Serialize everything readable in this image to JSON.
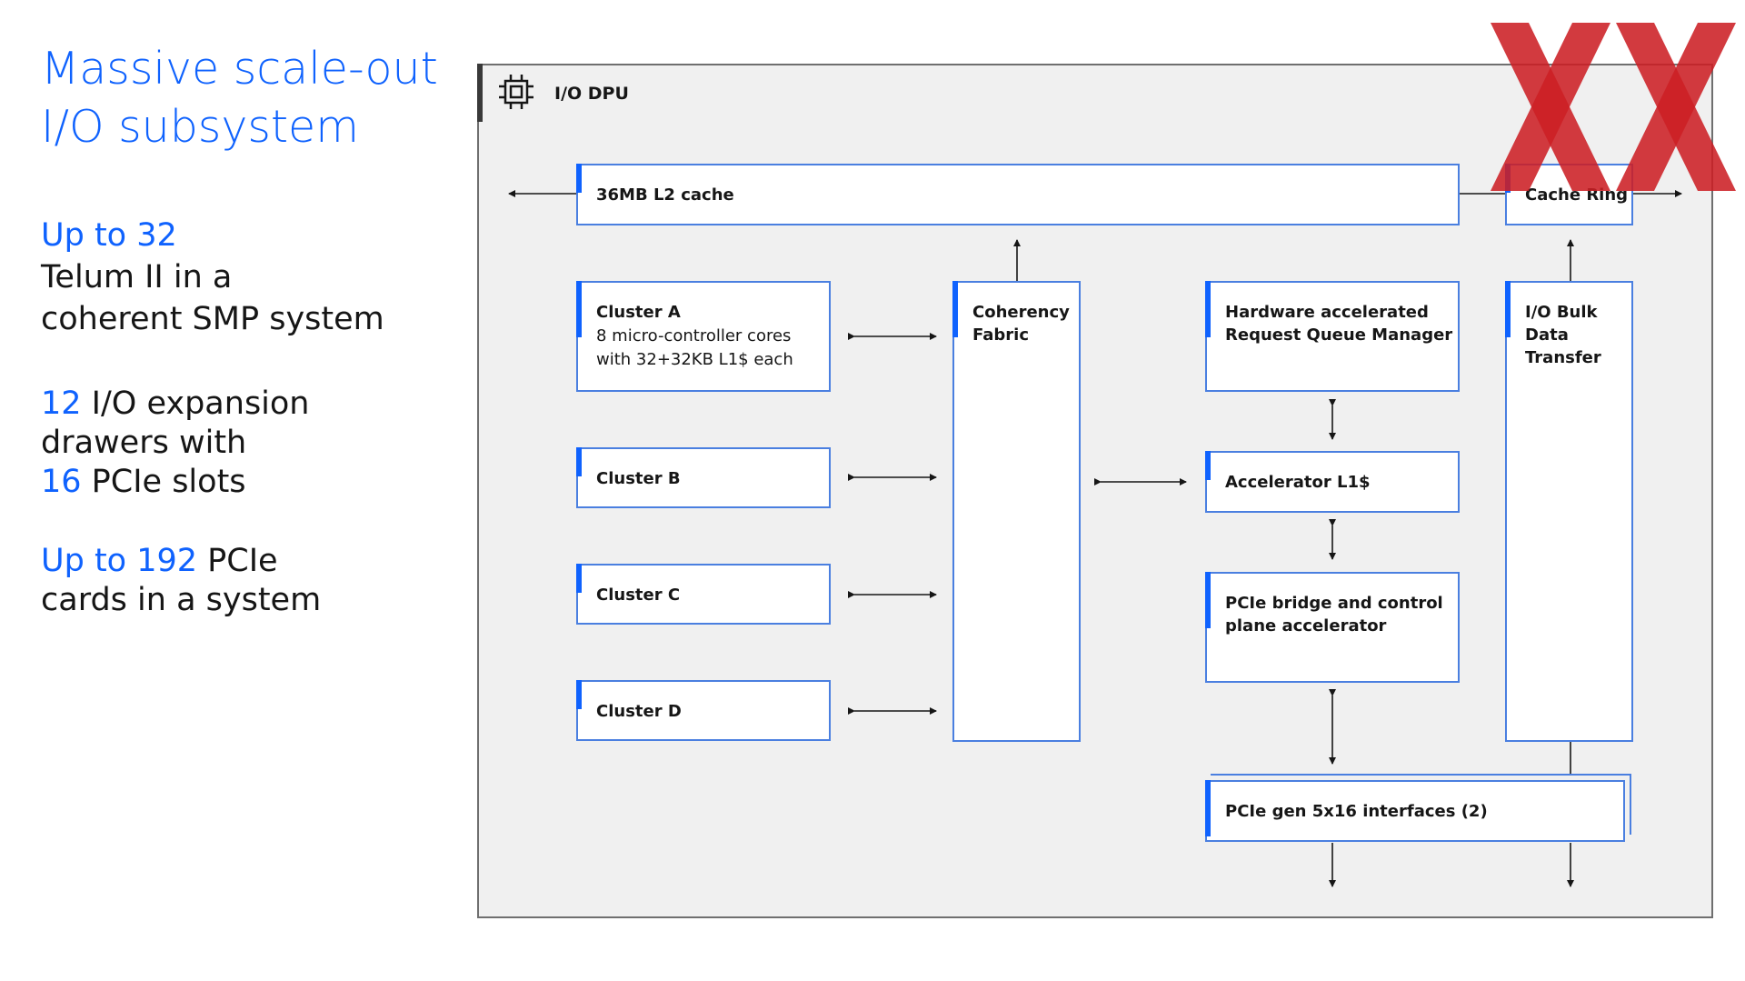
{
  "title": {
    "line1": "Massive scale-out",
    "line2": "I/O subsystem"
  },
  "stats": [
    {
      "highlight": "Up to 32",
      "line1_rest": "",
      "line2": "Telum II in a",
      "line3": "coherent SMP system"
    },
    {
      "highlight": "12",
      "line1_rest": " I/O expansion",
      "line2": "drawers with",
      "highlight2": "16",
      "line3_rest": " PCIe slots"
    },
    {
      "highlight": "Up to 192",
      "line1_rest": " PCIe",
      "line2": "cards in a system"
    }
  ],
  "diagram": {
    "label": "I/O DPU",
    "boxes": {
      "l2": "36MB L2 cache",
      "cache_ring": "Cache Ring",
      "cluster_a": "Cluster A",
      "cluster_a_sub1": "8 micro-controller cores",
      "cluster_a_sub2": "with 32+32KB L1$ each",
      "cluster_b": "Cluster B",
      "cluster_c": "Cluster C",
      "cluster_d": "Cluster D",
      "coherency1": "Coherency",
      "coherency2": "Fabric",
      "hw1": "Hardware accelerated",
      "hw2": "Request Queue Manager",
      "acc_l1": "Accelerator L1$",
      "pcie_bridge1": "PCIe bridge and control",
      "pcie_bridge2": "plane accelerator",
      "io_bulk1": "I/O Bulk",
      "io_bulk2": "Data",
      "io_bulk3": "Transfer",
      "pcie_gen5": "PCIe gen 5x16 interfaces (2)"
    }
  },
  "colors": {
    "accent": "#0f62fe",
    "watermark": "#cc1f24"
  },
  "icons": {
    "chip": "chip-icon",
    "watermark": "xx-logo"
  }
}
